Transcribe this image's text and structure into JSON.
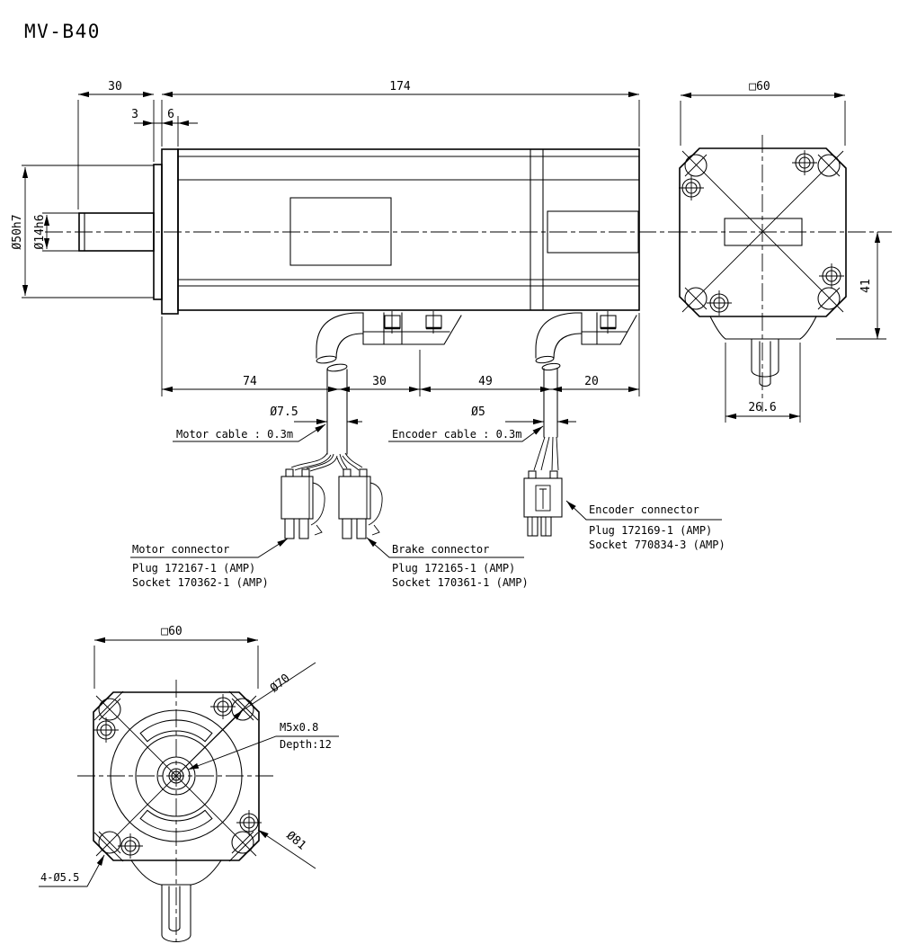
{
  "title": "MV-B40",
  "colors": {
    "line": "#000000",
    "background": "#ffffff"
  },
  "side_view": {
    "dim_shaft_length": "30",
    "dim_body_length": "174",
    "dim_pilot_depth": "3",
    "dim_flange_thickness": "6",
    "dim_pilot_diameter": "Ø50h7",
    "dim_shaft_diameter": "Ø14h6",
    "dim_flange_to_motor_cable": "74",
    "dim_motor_cable_to_brake": "30",
    "dim_brake_to_encoder_cable": "49",
    "dim_encoder_cable_to_end": "20",
    "dim_motor_cable_diameter": "Ø7.5",
    "dim_encoder_cable_diameter": "Ø5",
    "label_motor_cable": "Motor cable : 0.3m",
    "label_encoder_cable": "Encoder cable : 0.3m",
    "motor_connector": {
      "title": "Motor connector",
      "plug": "Plug 172167-1 (AMP)",
      "socket": "Socket 170362-1 (AMP)"
    },
    "brake_connector": {
      "title": "Brake connector",
      "plug": "Plug 172165-1 (AMP)",
      "socket": "Socket 170361-1 (AMP)"
    },
    "encoder_connector": {
      "title": "Encoder connector",
      "plug": "Plug 172169-1 (AMP)",
      "socket": "Socket 770834-3 (AMP)"
    }
  },
  "rear_view": {
    "dim_frame_size": "□60",
    "dim_center_to_cable": "41",
    "dim_cable_boss_width": "26.6"
  },
  "front_view": {
    "dim_frame_size": "□60",
    "dim_bolt_circle": "Ø70",
    "label_tap": "M5x0.8",
    "label_tap_depth": "Depth:12",
    "dim_flange_corner_diameter": "Ø81",
    "label_mounting_holes": "4-Ø5.5"
  }
}
